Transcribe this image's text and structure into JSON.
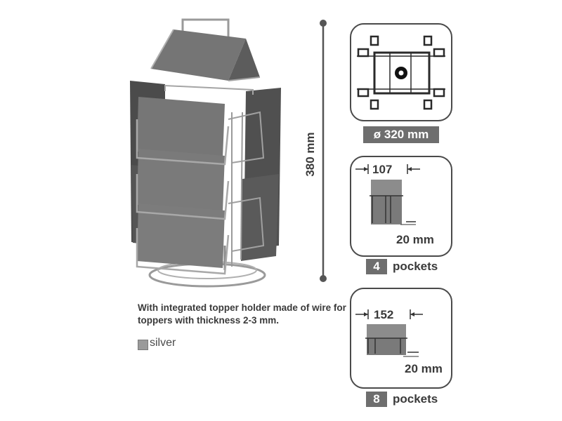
{
  "height_label": "380 mm",
  "base": {
    "diameter_label": "ø 320 mm"
  },
  "option_4": {
    "width_label": "107",
    "depth_label": "20 mm",
    "count": "4",
    "pockets_label": "pockets"
  },
  "option_8": {
    "width_label": "152",
    "depth_label": "20 mm",
    "count": "8",
    "pockets_label": "pockets"
  },
  "description": "With integrated topper holder made of wire for toppers with thickness 2-3 mm.",
  "color_option": {
    "label": "silver",
    "swatch_color": "#9a9a9a"
  }
}
